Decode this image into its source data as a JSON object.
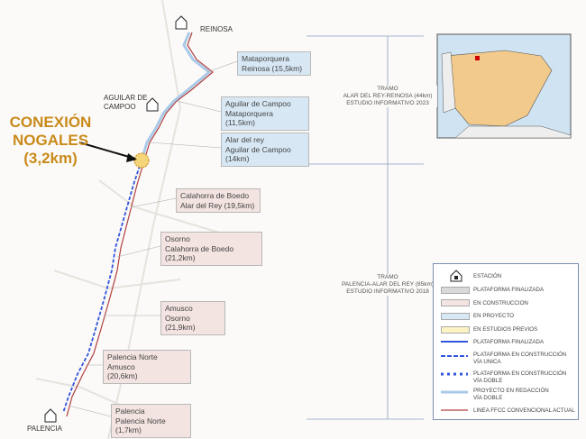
{
  "stations": {
    "reinosa": "REINOSA",
    "aguilar_1": "AGUILAR DE",
    "aguilar_2": "CAMPOO",
    "palencia": "PALENCIA"
  },
  "callout": {
    "line1": "CONEXIÓN",
    "line2": "NOGALES",
    "line3": "(3,2km)",
    "color": "#c98a1a"
  },
  "segments": [
    {
      "a": "Mataporquera",
      "b": "Reinosa (15,5km)",
      "c": ""
    },
    {
      "a": "Aguilar de Campoo",
      "b": "Mataporquera",
      "c": "(11,5km)"
    },
    {
      "a": "Alar del rey",
      "b": "Aguilar de Campoo",
      "c": "(14km)"
    },
    {
      "a": "Calahorra de Boedo",
      "b": "Alar del Rey (19,5km)",
      "c": ""
    },
    {
      "a": "Osorno",
      "b": "Calahorra de Boedo",
      "c": "(21,2km)"
    },
    {
      "a": "Amusco",
      "b": "Osorno",
      "c": "(21,9km)"
    },
    {
      "a": "Palencia Norte",
      "b": "Amusco",
      "c": "(20,6km)"
    },
    {
      "a": "Palencia",
      "b": "Palencia Norte",
      "c": "(1,7km)"
    }
  ],
  "tramos": [
    {
      "l1": "TRAMO",
      "l2": "ALAR DEL REY-REINOSA (44km)",
      "l3": "ESTUDIO INFORMATIVO 2023"
    },
    {
      "l1": "TRAMO",
      "l2": "PALENCIA-ALAR DEL REY (85km)",
      "l3": "ESTUDIO INFORMATIVO 2018"
    }
  ],
  "legend": [
    {
      "label": "ESTACIÓN",
      "type": "station"
    },
    {
      "label": "PLATAFORMA FINALIZADA",
      "type": "fill",
      "color": "#d9d9d9"
    },
    {
      "label": "EN CONSTRUCCION",
      "type": "fill",
      "color": "#f3e3e1"
    },
    {
      "label": "EN PROYECTO",
      "type": "fill",
      "color": "#d7e8f4"
    },
    {
      "label": "EN ESTUDIOS PREVIOS",
      "type": "fill",
      "color": "#fbf3c4"
    },
    {
      "label": "PLATAFORMA FINALIZADA",
      "type": "solid",
      "color": "#3355dd"
    },
    {
      "label": "PLATAFORMA EN CONSTRUCCIÓN VÍA UNICA",
      "type": "dash",
      "color": "#3355dd"
    },
    {
      "label": "PLATAFORMA EN CONSTRUCCIÓN VÍA DOBLE",
      "type": "ddash",
      "color": "#3355dd"
    },
    {
      "label": "PROYECTO EN REDACCIÓN VÍA DOBLE",
      "type": "double",
      "color": "#a9c9e8"
    },
    {
      "label": "LINEA FFCC CONVENCIONAL ACTUAL",
      "type": "solid",
      "color": "#b04040"
    }
  ]
}
